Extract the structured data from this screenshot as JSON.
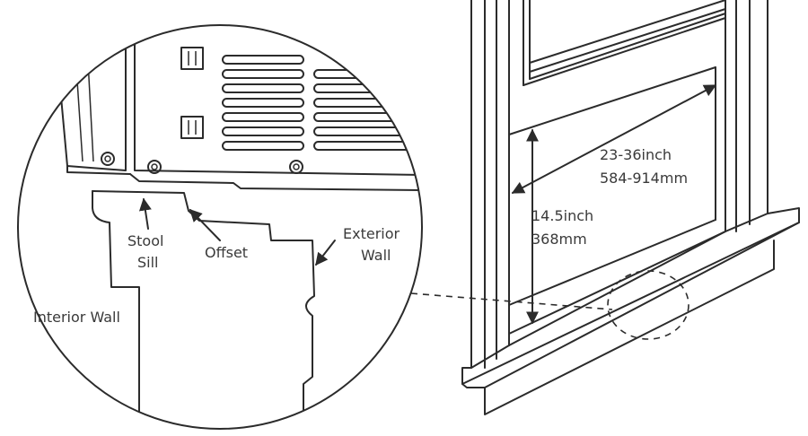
{
  "colors": {
    "line": "#2b2b2b",
    "text": "#3a3a3a",
    "background": "#ffffff"
  },
  "labels": {
    "stool_1": "Stool",
    "stool_2": "Sill",
    "offset": "Offset",
    "exterior_1": "Exterior",
    "exterior_2": "Wall",
    "interior": "Interior Wall",
    "width_in": "23-36inch",
    "width_mm": "584-914mm",
    "height_in": "14.5inch",
    "height_mm": "368mm"
  }
}
